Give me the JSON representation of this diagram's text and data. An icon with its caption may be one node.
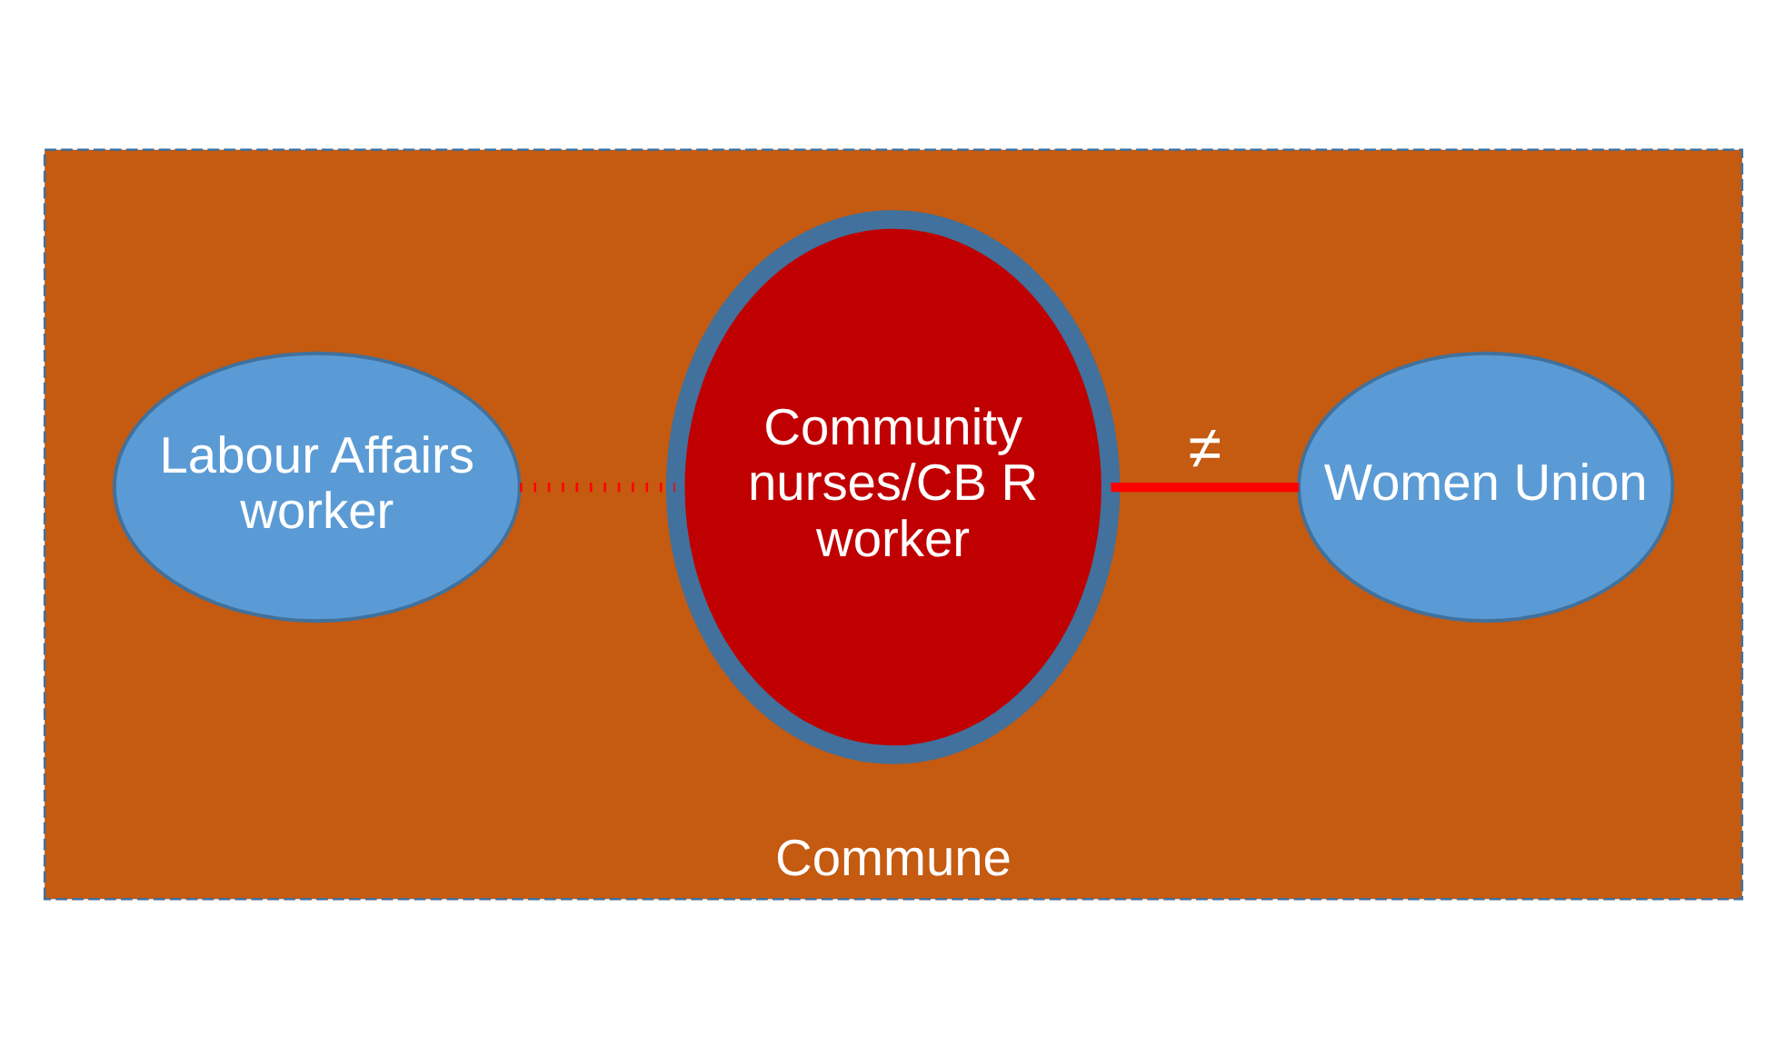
{
  "diagram": {
    "nodes": [
      {
        "text": [
          "Commune"
        ]
      },
      {
        "text": [
          "Labour Affairs worker"
        ],
        "in": 0
      },
      {
        "text": [
          "Community nurses/CB R worker"
        ],
        "in": 0
      },
      {
        "text": [
          "Women Union"
        ],
        "in": 0
      }
    ],
    "edges": [
      {
        "from": 1,
        "to": 2,
        "arrow": "none",
        "style": "dashed"
      },
      {
        "from": 2,
        "to": 3,
        "arrow": "none",
        "label": "≠"
      }
    ]
  }
}
